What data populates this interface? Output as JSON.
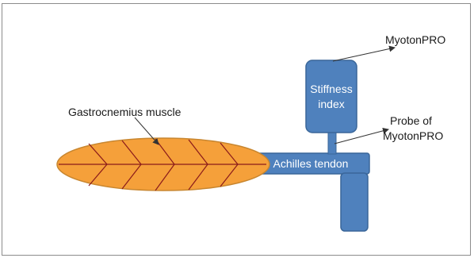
{
  "labels": {
    "muscle": "Gastrocnemius muscle",
    "tendon": "Achilles tendon",
    "device": "MyotonPRO",
    "stiffness_line1": "Stiffness",
    "stiffness_line2": "index",
    "probe_line1": "Probe of",
    "probe_line2": "MyotonPRO"
  },
  "colors": {
    "muscle_fill": "#F5A03A",
    "muscle_stroke": "#C8862F",
    "muscle_fiber": "#8B1A1A",
    "device_fill": "#4F81BD",
    "device_stroke": "#3A6699",
    "text_on_device": "#ffffff",
    "frame_border": "#8c8c8c"
  }
}
